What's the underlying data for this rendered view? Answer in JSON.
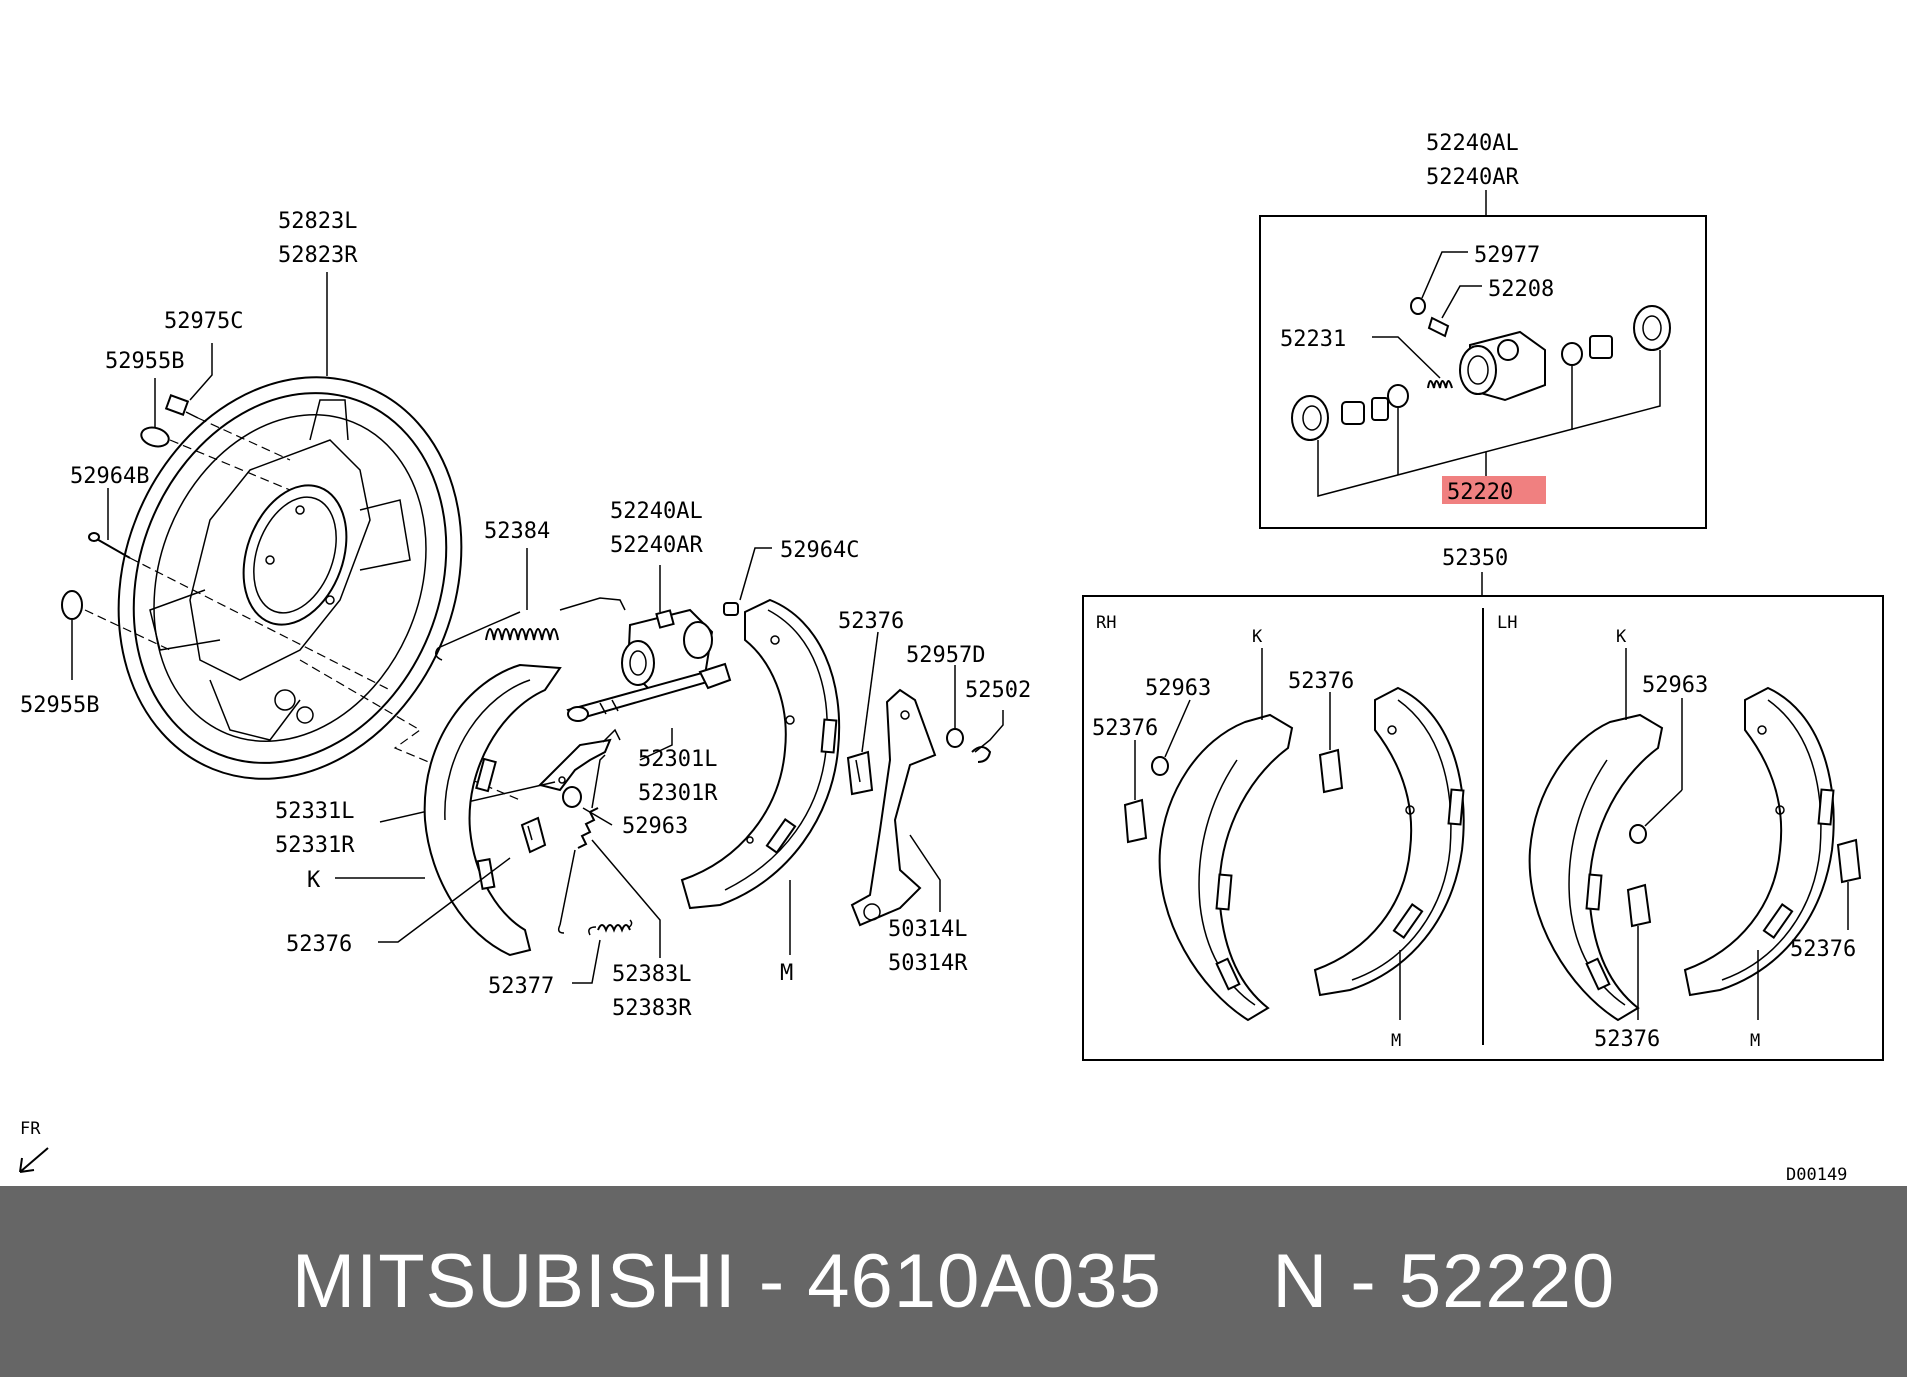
{
  "labels": {
    "backing_plate": [
      "52823L",
      "52823R"
    ],
    "bolt": "52975C",
    "grommet_top": "52955B",
    "pin": "52964B",
    "grommet_bottom": "52955B",
    "spring": "52384",
    "wheel_cyl": [
      "52240AL",
      "52240AR"
    ],
    "bleeder_cap": "52964C",
    "strut": [
      "52301L",
      "52301R"
    ],
    "lever": [
      "52331L",
      "52331R"
    ],
    "washer_main": "52963",
    "k_main": "K",
    "clip_main_left": "52376",
    "spring_small": "52377",
    "return_spring": [
      "52383L",
      "52383R"
    ],
    "m_main": "M",
    "clip_main_mid": "52376",
    "retainer": "52957D",
    "e_ring": "52502",
    "park_lever": [
      "50314L",
      "50314R"
    ],
    "fr": "FR",
    "code": "D00149"
  },
  "cylinder_box": {
    "title": [
      "52240AL",
      "52240AR"
    ],
    "cap": "52977",
    "bleeder": "52208",
    "spring": "52231",
    "kit": "52220",
    "kit_highlight_color": "#f08080"
  },
  "shoe_box": {
    "title": "52350",
    "rh": "RH",
    "lh": "LH",
    "rh_k": "K",
    "rh_washer": "52963",
    "rh_clip_left": "52376",
    "rh_clip_top": "52376",
    "rh_m": "M",
    "lh_k": "K",
    "lh_washer": "52963",
    "lh_clip_right": "52376",
    "lh_clip_bottom": "52376",
    "lh_m": "M"
  },
  "footer": {
    "text": "MITSUBISHI - 4610A035     N - 52220"
  }
}
